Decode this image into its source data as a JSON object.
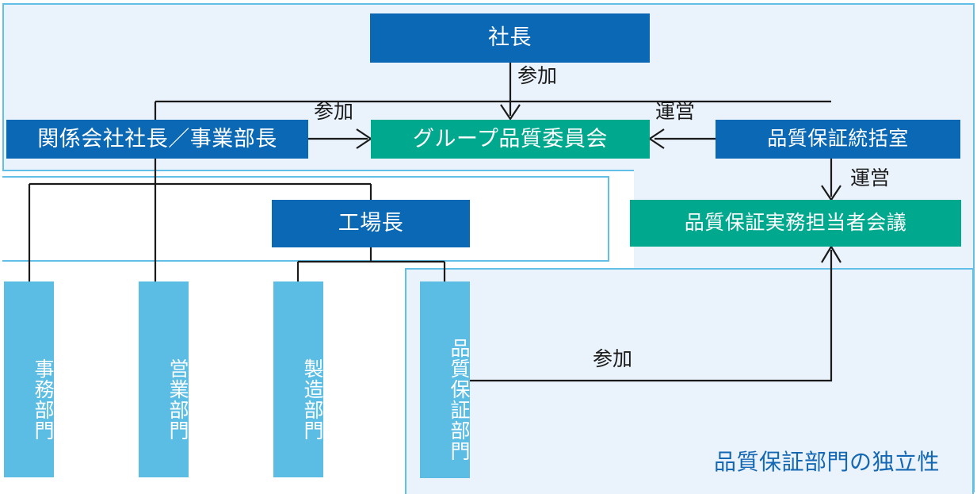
{
  "diagram": {
    "title_caption": "品質保証部門の独立性",
    "colors": {
      "dark_blue": "#0a68b4",
      "teal": "#00a88e",
      "light_blue": "#5bbce4",
      "panel_bg": "#eaf2fb",
      "panel_border": "#62c0e8",
      "caption_text": "#1467b3",
      "line": "#1a1a1a"
    },
    "nodes": {
      "president": "社長",
      "affiliates": "関係会社社長／事業部長",
      "committee": "グループ品質委員会",
      "qa_office": "品質保証統括室",
      "qa_meeting": "品質保証実務担当者会議",
      "plant_manager": "工場長",
      "dept_admin": "事務部門",
      "dept_sales": "営業部門",
      "dept_mfg": "製造部門",
      "dept_qa": "品質保証部門"
    },
    "edge_labels": {
      "president_to_committee": "参加",
      "affiliates_to_committee": "参加",
      "qa_office_to_committee": "運営",
      "qa_office_to_meeting": "運営",
      "dept_qa_to_meeting": "参加"
    }
  }
}
